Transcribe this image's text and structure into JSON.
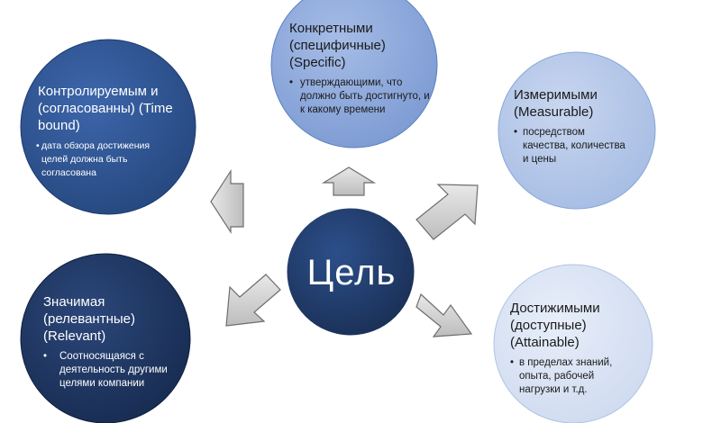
{
  "center": {
    "label": "Цель"
  },
  "nodes": {
    "specific": {
      "title": "Конкретными (специфичные) (Specific)",
      "bullet": "утверждающими, что должно быть достигнуто, и к какому времени"
    },
    "measurable": {
      "title": "Измеримыми (Measurable)",
      "bullet": "посредством качества, количества и цены"
    },
    "attainable": {
      "title": "Достижимыми (доступные) (Attainable)",
      "bullet": "в пределах знаний, опыта, рабочей нагрузки и т.д."
    },
    "relevant": {
      "title": "Значимая (релевантные) (Relevant)",
      "bullet": "Соотносящаяся с деятельность другими целями компании"
    },
    "timebound": {
      "title": "Контролируемым и (согласованны) (Time bound)",
      "bullet": "дата обзора достижения целей должна быть согласована"
    }
  },
  "colors": {
    "center": "#1f3864",
    "specific": "#8ea9db",
    "measurable": "#b4c7e7",
    "attainable": "#dae3f3",
    "relevant": "#203864",
    "timebound": "#2f5597",
    "arrow": "#cccccc"
  }
}
